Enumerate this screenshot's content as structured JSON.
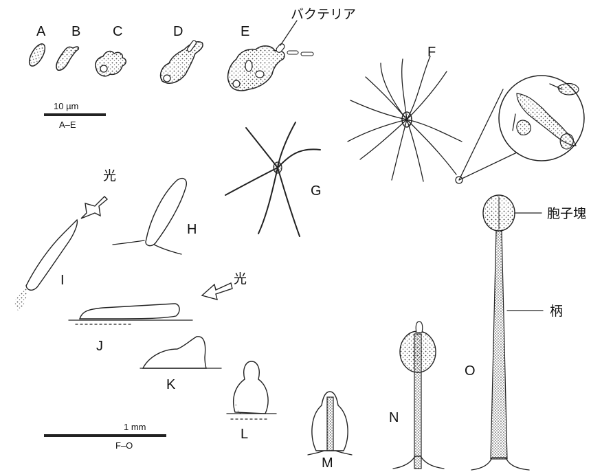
{
  "stage_labels": {
    "a": "A",
    "b": "B",
    "c": "C",
    "d": "D",
    "e": "E",
    "f": "F",
    "g": "G",
    "h": "H",
    "i": "I",
    "j": "J",
    "k": "K",
    "l": "L",
    "m": "M",
    "n": "N",
    "o": "O"
  },
  "annotations": {
    "bacteria": "バクテリア",
    "light_1": "光",
    "light_2": "光",
    "spore_mass": "胞子塊",
    "stalk": "柄"
  },
  "scale_bars": {
    "micro": {
      "value": "10 µm",
      "range": "A–E"
    },
    "macro": {
      "value": "1 mm",
      "range": "F–O"
    }
  }
}
